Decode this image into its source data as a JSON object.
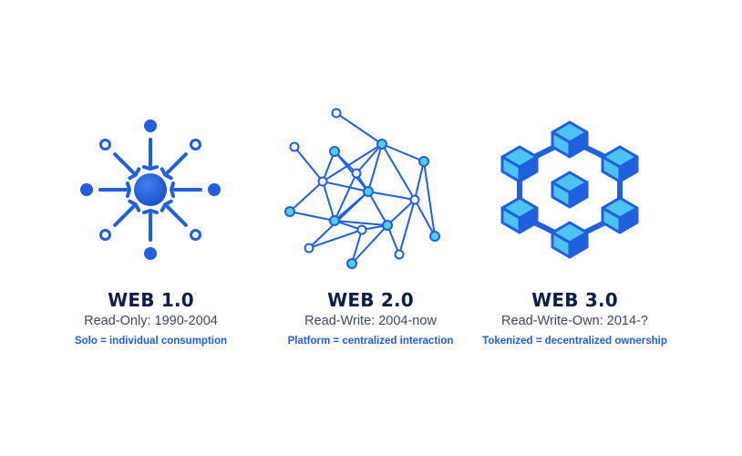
{
  "colors": {
    "primary": "#1f5fe0",
    "title": "#0b1f4b",
    "subtitle": "#3b4a62",
    "node_fill_light": "#4fd0e6",
    "cube_light": "#4cc4f2",
    "cube_dark": "#1f5fe0"
  },
  "panels": [
    {
      "title": "WEB 1.0",
      "subtitle": "Read-Only: 1990-2004",
      "tagline": "Solo = individual consumption",
      "icon": "hub-arrows-icon"
    },
    {
      "title": "WEB 2.0",
      "subtitle": "Read-Write: 2004-now",
      "tagline": "Platform = centralized interaction",
      "icon": "network-graph-icon"
    },
    {
      "title": "WEB 3.0",
      "subtitle": "Read-Write-Own: 2014-?",
      "tagline": "Tokenized = decentralized ownership",
      "icon": "blockchain-cubes-icon"
    }
  ]
}
